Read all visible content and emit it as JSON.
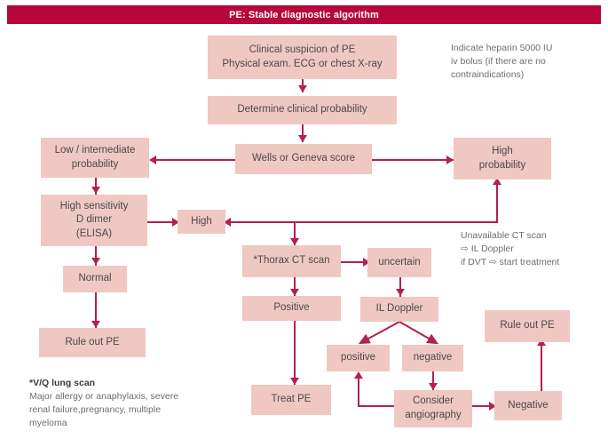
{
  "header": {
    "title": "PE: Stable diagnostic algorithm"
  },
  "colors": {
    "header_bar": "#b7063a",
    "box_fill": "#efc8c1",
    "connector": "#b5204e",
    "box_text": "#4a4a4a",
    "note_text": "#6e6e6e",
    "page_background": "#ffffff"
  },
  "nodes": {
    "clinical_suspicion": "Clinical suspicion of PE\nPhysical exam. ECG or chest X-ray",
    "determine_probability": "Determine clinical probability",
    "wells_geneva": "Wells or Geneva score",
    "low_intermediate": "Low / internediate\nprobability",
    "high_probability": "High\nprobability",
    "d_dimer": "High sensitivity\nD dimer\n(ELISA)",
    "high": "High",
    "normal": "Normal",
    "rule_out_pe_left": "Rule out PE",
    "thorax_ct": "*Thorax CT scan",
    "uncertain": "uncertain",
    "positive_ct": "Positive",
    "il_doppler": "IL Doppler",
    "positive": "positive",
    "negative": "negative",
    "treat_pe": "Treat PE",
    "consider_angiography": "Consider\nangiography",
    "negative_final": "Negative",
    "rule_out_pe_right": "Rule out PE"
  },
  "notes": {
    "heparin": "Indicate heparin 5000 IU\niv bolus (if there are no\ncontraindications)",
    "unavailable_ct": "Unavailable CT scan\n⇨  IL Doppler\nif DVT   ⇨ start treatment",
    "footnote_title": "*V/Q lung scan",
    "footnote_body": "Major allergy or anaphylaxis, severe\nrenal failure,pregnancy, multiple\nmyeloma"
  }
}
